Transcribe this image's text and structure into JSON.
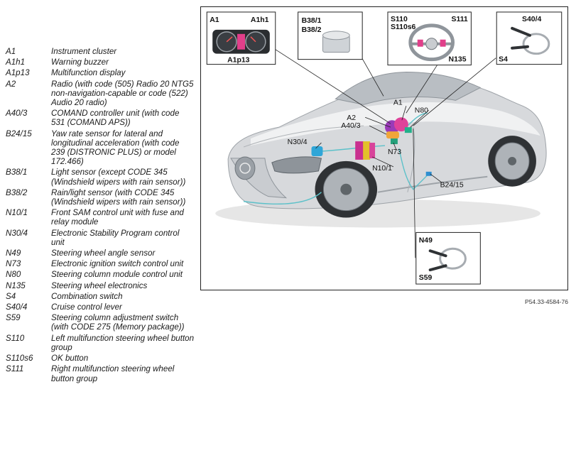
{
  "legend": [
    {
      "code": "A1",
      "desc": "Instrument cluster"
    },
    {
      "code": "A1h1",
      "desc": "Warning buzzer"
    },
    {
      "code": "A1p13",
      "desc": "Multifunction display"
    },
    {
      "code": "A2",
      "desc": "Radio (with code (505) Radio 20 NTG5 non-navigation-capable or code (522) Audio 20 radio)"
    },
    {
      "code": "A40/3",
      "desc": "COMAND controller unit (with code 531 (COMAND APS))"
    },
    {
      "code": "B24/15",
      "desc": "Yaw rate sensor for lateral and longitudinal acceleration (with code 239 (DISTRONIC PLUS) or model 172.466)"
    },
    {
      "code": "B38/1",
      "desc": "Light sensor (except CODE 345 (Windshield wipers with rain sensor))"
    },
    {
      "code": "B38/2",
      "desc": "Rain/light sensor (with CODE 345 (Windshield wipers with rain sensor))"
    },
    {
      "code": "N10/1",
      "desc": "Front SAM control unit with fuse and relay module"
    },
    {
      "code": "N30/4",
      "desc": "Electronic Stability Program control unit"
    },
    {
      "code": "N49",
      "desc": "Steering wheel angle sensor"
    },
    {
      "code": "N73",
      "desc": "Electronic ignition switch control unit"
    },
    {
      "code": "N80",
      "desc": "Steering column module control unit"
    },
    {
      "code": "N135",
      "desc": "Steering wheel electronics"
    },
    {
      "code": "S4",
      "desc": "Combination switch"
    },
    {
      "code": "S40/4",
      "desc": "Cruise control lever"
    },
    {
      "code": "S59",
      "desc": "Steering column adjustment switch (with CODE 275 (Memory package))"
    },
    {
      "code": "S110",
      "desc": "Left multifunction steering wheel button group"
    },
    {
      "code": "S110s6",
      "desc": "OK button"
    },
    {
      "code": "S111",
      "desc": "Right multifunction steering wheel button group"
    }
  ],
  "diagram": {
    "inset_cluster": {
      "tl": "A1",
      "tr": "A1h1",
      "bottom": "A1p13"
    },
    "inset_sensor": {
      "line1": "B38/1",
      "line2": "B38/2"
    },
    "inset_wheel": {
      "tl1": "S110",
      "tl2": "S110s6",
      "tr": "S111",
      "br": "N135"
    },
    "inset_lever": {
      "tr": "S40/4",
      "bl": "S4"
    },
    "inset_n49": {
      "tl": "N49",
      "bl": "S59"
    },
    "callouts": {
      "a1": "A1",
      "n80": "N80",
      "a2": "A2",
      "a403": "A40/3",
      "n304": "N30/4",
      "n73": "N73",
      "n101": "N10/1",
      "b2415": "B24/15"
    }
  },
  "caption": "P54.33-4584-76"
}
